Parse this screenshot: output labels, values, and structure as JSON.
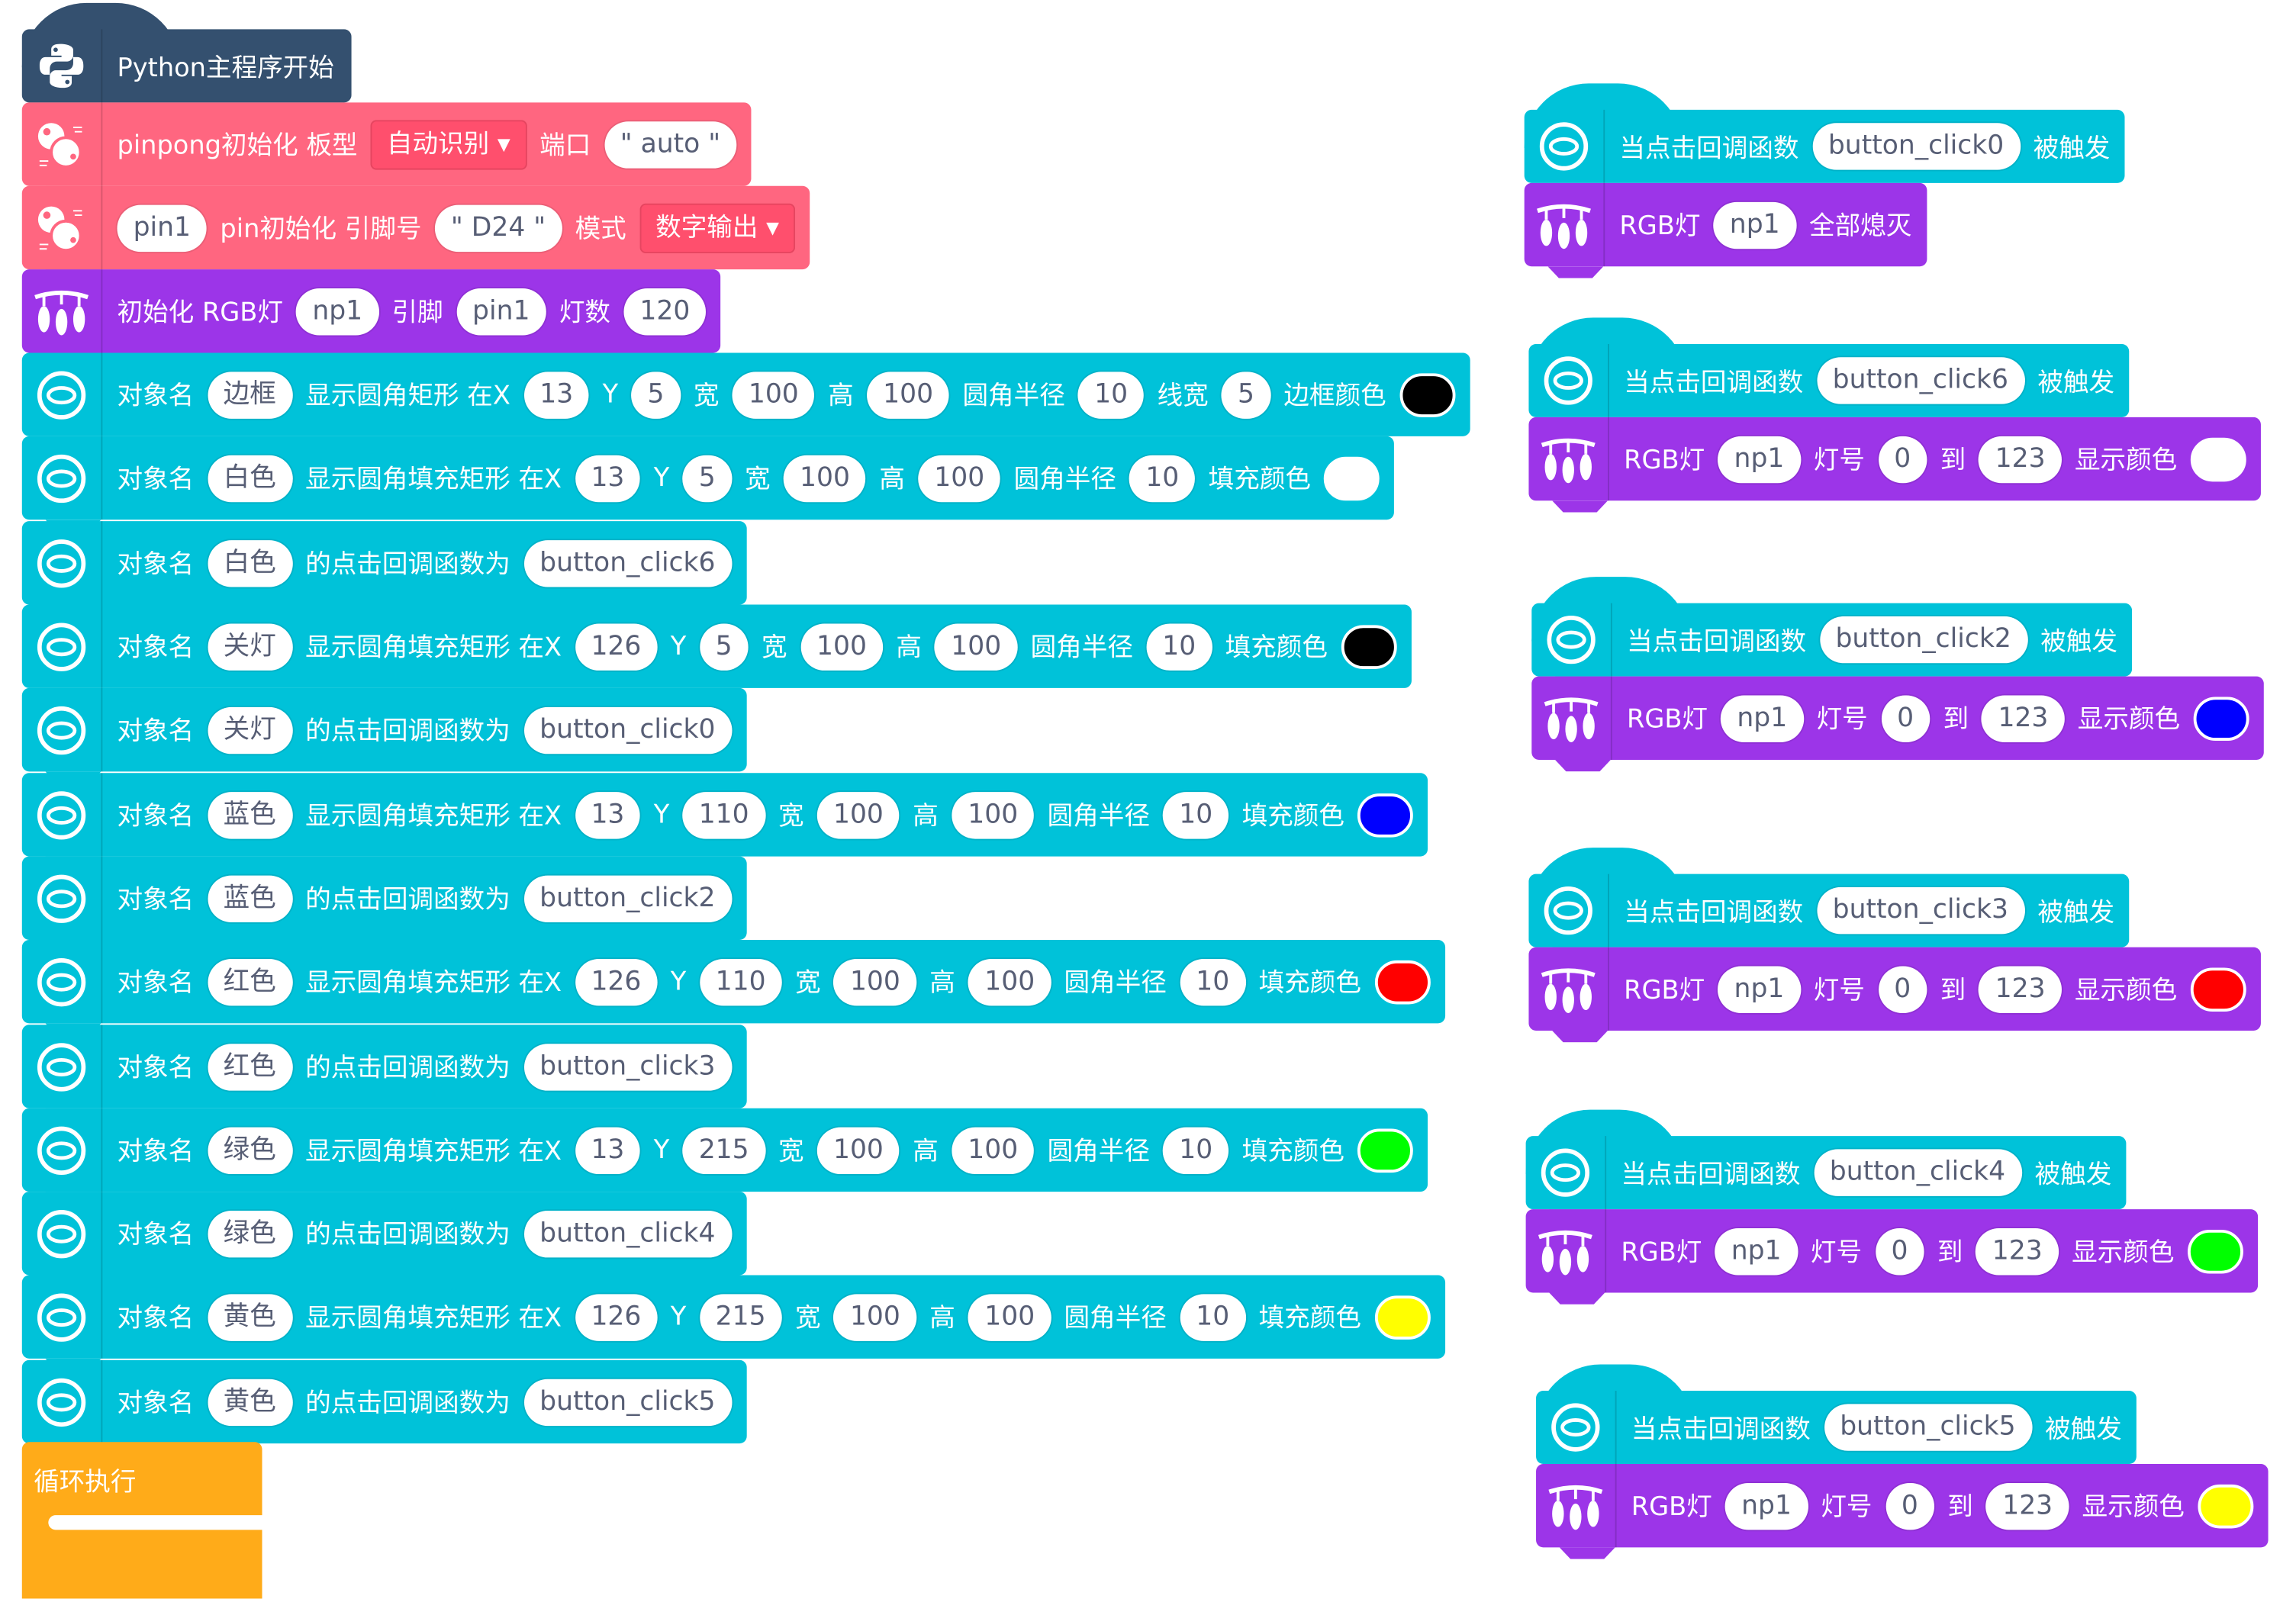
{
  "colors": {
    "python": "#34506f",
    "pinpong": "#ff6680",
    "rgb": "#9c35e8",
    "gui": "#00c2d9",
    "loop": "#ffab19"
  },
  "main_script": [
    {
      "kind": "py",
      "icon": "python-icon",
      "parts": [
        {
          "t": "text",
          "v": "Python主程序开始"
        }
      ]
    },
    {
      "kind": "pp",
      "icon": "pinpong-icon",
      "parts": [
        {
          "t": "text",
          "v": "pinpong初始化 板型"
        },
        {
          "t": "dd",
          "v": "自动识别"
        },
        {
          "t": "text",
          "v": "端口"
        },
        {
          "t": "fld",
          "v": "\" auto \""
        }
      ]
    },
    {
      "kind": "pp",
      "icon": "pinpong-icon",
      "parts": [
        {
          "t": "fld",
          "v": "pin1"
        },
        {
          "t": "text",
          "v": "pin初始化 引脚号"
        },
        {
          "t": "fld",
          "v": "\" D24 \""
        },
        {
          "t": "text",
          "v": "模式"
        },
        {
          "t": "dd",
          "v": "数字输出"
        }
      ]
    },
    {
      "kind": "rgb",
      "icon": "rgb-light-icon",
      "parts": [
        {
          "t": "text",
          "v": "初始化 RGB灯"
        },
        {
          "t": "fld",
          "v": "np1"
        },
        {
          "t": "text",
          "v": "引脚"
        },
        {
          "t": "fld",
          "v": "pin1"
        },
        {
          "t": "text",
          "v": "灯数"
        },
        {
          "t": "fld",
          "v": "120"
        }
      ]
    },
    {
      "kind": "cy",
      "icon": "gui-icon",
      "parts": [
        {
          "t": "text",
          "v": "对象名"
        },
        {
          "t": "fld",
          "v": "边框"
        },
        {
          "t": "text",
          "v": "显示圆角矩形 在X"
        },
        {
          "t": "fld",
          "v": "13"
        },
        {
          "t": "text",
          "v": "Y"
        },
        {
          "t": "fld",
          "v": "5"
        },
        {
          "t": "text",
          "v": "宽"
        },
        {
          "t": "fld",
          "v": "100"
        },
        {
          "t": "text",
          "v": "高"
        },
        {
          "t": "fld",
          "v": "100"
        },
        {
          "t": "text",
          "v": "圆角半径"
        },
        {
          "t": "fld",
          "v": "10"
        },
        {
          "t": "text",
          "v": "线宽"
        },
        {
          "t": "fld",
          "v": "5"
        },
        {
          "t": "text",
          "v": "边框颜色"
        },
        {
          "t": "sw",
          "v": "#000000"
        }
      ]
    },
    {
      "kind": "cy",
      "icon": "gui-icon",
      "parts": [
        {
          "t": "text",
          "v": "对象名"
        },
        {
          "t": "fld",
          "v": "白色"
        },
        {
          "t": "text",
          "v": "显示圆角填充矩形 在X"
        },
        {
          "t": "fld",
          "v": "13"
        },
        {
          "t": "text",
          "v": "Y"
        },
        {
          "t": "fld",
          "v": "5"
        },
        {
          "t": "text",
          "v": "宽"
        },
        {
          "t": "fld",
          "v": "100"
        },
        {
          "t": "text",
          "v": "高"
        },
        {
          "t": "fld",
          "v": "100"
        },
        {
          "t": "text",
          "v": "圆角半径"
        },
        {
          "t": "fld",
          "v": "10"
        },
        {
          "t": "text",
          "v": "填充颜色"
        },
        {
          "t": "sw",
          "v": "#ffffff"
        }
      ]
    },
    {
      "kind": "cy",
      "icon": "gui-icon",
      "parts": [
        {
          "t": "text",
          "v": "对象名"
        },
        {
          "t": "fld",
          "v": "白色"
        },
        {
          "t": "text",
          "v": "的点击回调函数为"
        },
        {
          "t": "fld",
          "v": "button_click6"
        }
      ]
    },
    {
      "kind": "cy",
      "icon": "gui-icon",
      "parts": [
        {
          "t": "text",
          "v": "对象名"
        },
        {
          "t": "fld",
          "v": "关灯"
        },
        {
          "t": "text",
          "v": "显示圆角填充矩形 在X"
        },
        {
          "t": "fld",
          "v": "126"
        },
        {
          "t": "text",
          "v": "Y"
        },
        {
          "t": "fld",
          "v": "5"
        },
        {
          "t": "text",
          "v": "宽"
        },
        {
          "t": "fld",
          "v": "100"
        },
        {
          "t": "text",
          "v": "高"
        },
        {
          "t": "fld",
          "v": "100"
        },
        {
          "t": "text",
          "v": "圆角半径"
        },
        {
          "t": "fld",
          "v": "10"
        },
        {
          "t": "text",
          "v": "填充颜色"
        },
        {
          "t": "sw",
          "v": "#000000"
        }
      ]
    },
    {
      "kind": "cy",
      "icon": "gui-icon",
      "parts": [
        {
          "t": "text",
          "v": "对象名"
        },
        {
          "t": "fld",
          "v": "关灯"
        },
        {
          "t": "text",
          "v": "的点击回调函数为"
        },
        {
          "t": "fld",
          "v": "button_click0"
        }
      ]
    },
    {
      "kind": "cy",
      "icon": "gui-icon",
      "parts": [
        {
          "t": "text",
          "v": "对象名"
        },
        {
          "t": "fld",
          "v": "蓝色"
        },
        {
          "t": "text",
          "v": "显示圆角填充矩形 在X"
        },
        {
          "t": "fld",
          "v": "13"
        },
        {
          "t": "text",
          "v": "Y"
        },
        {
          "t": "fld",
          "v": "110"
        },
        {
          "t": "text",
          "v": "宽"
        },
        {
          "t": "fld",
          "v": "100"
        },
        {
          "t": "text",
          "v": "高"
        },
        {
          "t": "fld",
          "v": "100"
        },
        {
          "t": "text",
          "v": "圆角半径"
        },
        {
          "t": "fld",
          "v": "10"
        },
        {
          "t": "text",
          "v": "填充颜色"
        },
        {
          "t": "sw",
          "v": "#0000ff"
        }
      ]
    },
    {
      "kind": "cy",
      "icon": "gui-icon",
      "parts": [
        {
          "t": "text",
          "v": "对象名"
        },
        {
          "t": "fld",
          "v": "蓝色"
        },
        {
          "t": "text",
          "v": "的点击回调函数为"
        },
        {
          "t": "fld",
          "v": "button_click2"
        }
      ]
    },
    {
      "kind": "cy",
      "icon": "gui-icon",
      "parts": [
        {
          "t": "text",
          "v": "对象名"
        },
        {
          "t": "fld",
          "v": "红色"
        },
        {
          "t": "text",
          "v": "显示圆角填充矩形 在X"
        },
        {
          "t": "fld",
          "v": "126"
        },
        {
          "t": "text",
          "v": "Y"
        },
        {
          "t": "fld",
          "v": "110"
        },
        {
          "t": "text",
          "v": "宽"
        },
        {
          "t": "fld",
          "v": "100"
        },
        {
          "t": "text",
          "v": "高"
        },
        {
          "t": "fld",
          "v": "100"
        },
        {
          "t": "text",
          "v": "圆角半径"
        },
        {
          "t": "fld",
          "v": "10"
        },
        {
          "t": "text",
          "v": "填充颜色"
        },
        {
          "t": "sw",
          "v": "#ff0000"
        }
      ]
    },
    {
      "kind": "cy",
      "icon": "gui-icon",
      "parts": [
        {
          "t": "text",
          "v": "对象名"
        },
        {
          "t": "fld",
          "v": "红色"
        },
        {
          "t": "text",
          "v": "的点击回调函数为"
        },
        {
          "t": "fld",
          "v": "button_click3"
        }
      ]
    },
    {
      "kind": "cy",
      "icon": "gui-icon",
      "parts": [
        {
          "t": "text",
          "v": "对象名"
        },
        {
          "t": "fld",
          "v": "绿色"
        },
        {
          "t": "text",
          "v": "显示圆角填充矩形 在X"
        },
        {
          "t": "fld",
          "v": "13"
        },
        {
          "t": "text",
          "v": "Y"
        },
        {
          "t": "fld",
          "v": "215"
        },
        {
          "t": "text",
          "v": "宽"
        },
        {
          "t": "fld",
          "v": "100"
        },
        {
          "t": "text",
          "v": "高"
        },
        {
          "t": "fld",
          "v": "100"
        },
        {
          "t": "text",
          "v": "圆角半径"
        },
        {
          "t": "fld",
          "v": "10"
        },
        {
          "t": "text",
          "v": "填充颜色"
        },
        {
          "t": "sw",
          "v": "#00ff00"
        }
      ]
    },
    {
      "kind": "cy",
      "icon": "gui-icon",
      "parts": [
        {
          "t": "text",
          "v": "对象名"
        },
        {
          "t": "fld",
          "v": "绿色"
        },
        {
          "t": "text",
          "v": "的点击回调函数为"
        },
        {
          "t": "fld",
          "v": "button_click4"
        }
      ]
    },
    {
      "kind": "cy",
      "icon": "gui-icon",
      "parts": [
        {
          "t": "text",
          "v": "对象名"
        },
        {
          "t": "fld",
          "v": "黄色"
        },
        {
          "t": "text",
          "v": "显示圆角填充矩形 在X"
        },
        {
          "t": "fld",
          "v": "126"
        },
        {
          "t": "text",
          "v": "Y"
        },
        {
          "t": "fld",
          "v": "215"
        },
        {
          "t": "text",
          "v": "宽"
        },
        {
          "t": "fld",
          "v": "100"
        },
        {
          "t": "text",
          "v": "高"
        },
        {
          "t": "fld",
          "v": "100"
        },
        {
          "t": "text",
          "v": "圆角半径"
        },
        {
          "t": "fld",
          "v": "10"
        },
        {
          "t": "text",
          "v": "填充颜色"
        },
        {
          "t": "sw",
          "v": "#ffff00"
        }
      ]
    },
    {
      "kind": "cy",
      "icon": "gui-icon",
      "parts": [
        {
          "t": "text",
          "v": "对象名"
        },
        {
          "t": "fld",
          "v": "黄色"
        },
        {
          "t": "text",
          "v": "的点击回调函数为"
        },
        {
          "t": "fld",
          "v": "button_click5"
        }
      ]
    }
  ],
  "loop": {
    "label": "循环执行"
  },
  "callbacks": [
    {
      "hat": [
        {
          "t": "text",
          "v": "当点击回调函数"
        },
        {
          "t": "fld",
          "v": "button_click0"
        },
        {
          "t": "text",
          "v": "被触发"
        }
      ],
      "body": [
        {
          "t": "text",
          "v": "RGB灯"
        },
        {
          "t": "fld",
          "v": "np1"
        },
        {
          "t": "text",
          "v": "全部熄灭"
        }
      ]
    },
    {
      "hat": [
        {
          "t": "text",
          "v": "当点击回调函数"
        },
        {
          "t": "fld",
          "v": "button_click6"
        },
        {
          "t": "text",
          "v": "被触发"
        }
      ],
      "body": [
        {
          "t": "text",
          "v": "RGB灯"
        },
        {
          "t": "fld",
          "v": "np1"
        },
        {
          "t": "text",
          "v": "灯号"
        },
        {
          "t": "fld",
          "v": "0"
        },
        {
          "t": "text",
          "v": "到"
        },
        {
          "t": "fld",
          "v": "123"
        },
        {
          "t": "text",
          "v": "显示颜色"
        },
        {
          "t": "sw",
          "v": "#ffffff"
        }
      ]
    },
    {
      "hat": [
        {
          "t": "text",
          "v": "当点击回调函数"
        },
        {
          "t": "fld",
          "v": "button_click2"
        },
        {
          "t": "text",
          "v": "被触发"
        }
      ],
      "body": [
        {
          "t": "text",
          "v": "RGB灯"
        },
        {
          "t": "fld",
          "v": "np1"
        },
        {
          "t": "text",
          "v": "灯号"
        },
        {
          "t": "fld",
          "v": "0"
        },
        {
          "t": "text",
          "v": "到"
        },
        {
          "t": "fld",
          "v": "123"
        },
        {
          "t": "text",
          "v": "显示颜色"
        },
        {
          "t": "sw",
          "v": "#0000ff"
        }
      ]
    },
    {
      "hat": [
        {
          "t": "text",
          "v": "当点击回调函数"
        },
        {
          "t": "fld",
          "v": "button_click3"
        },
        {
          "t": "text",
          "v": "被触发"
        }
      ],
      "body": [
        {
          "t": "text",
          "v": "RGB灯"
        },
        {
          "t": "fld",
          "v": "np1"
        },
        {
          "t": "text",
          "v": "灯号"
        },
        {
          "t": "fld",
          "v": "0"
        },
        {
          "t": "text",
          "v": "到"
        },
        {
          "t": "fld",
          "v": "123"
        },
        {
          "t": "text",
          "v": "显示颜色"
        },
        {
          "t": "sw",
          "v": "#ff0000"
        }
      ]
    },
    {
      "hat": [
        {
          "t": "text",
          "v": "当点击回调函数"
        },
        {
          "t": "fld",
          "v": "button_click4"
        },
        {
          "t": "text",
          "v": "被触发"
        }
      ],
      "body": [
        {
          "t": "text",
          "v": "RGB灯"
        },
        {
          "t": "fld",
          "v": "np1"
        },
        {
          "t": "text",
          "v": "灯号"
        },
        {
          "t": "fld",
          "v": "0"
        },
        {
          "t": "text",
          "v": "到"
        },
        {
          "t": "fld",
          "v": "123"
        },
        {
          "t": "text",
          "v": "显示颜色"
        },
        {
          "t": "sw",
          "v": "#00ff00"
        }
      ]
    },
    {
      "hat": [
        {
          "t": "text",
          "v": "当点击回调函数"
        },
        {
          "t": "fld",
          "v": "button_click5"
        },
        {
          "t": "text",
          "v": "被触发"
        }
      ],
      "body": [
        {
          "t": "text",
          "v": "RGB灯"
        },
        {
          "t": "fld",
          "v": "np1"
        },
        {
          "t": "text",
          "v": "灯号"
        },
        {
          "t": "fld",
          "v": "0"
        },
        {
          "t": "text",
          "v": "到"
        },
        {
          "t": "fld",
          "v": "123"
        },
        {
          "t": "text",
          "v": "显示颜色"
        },
        {
          "t": "sw",
          "v": "#ffff00"
        }
      ]
    }
  ]
}
